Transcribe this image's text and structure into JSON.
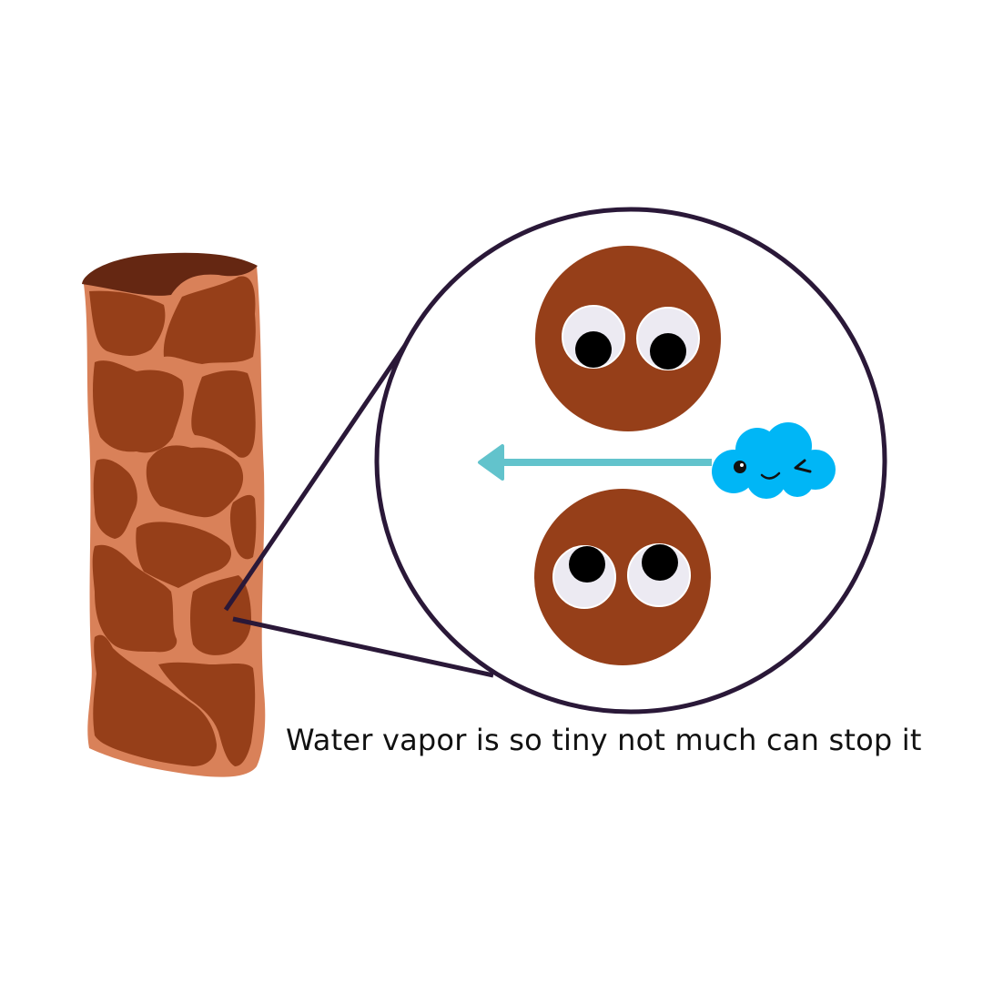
{
  "caption": "Water vapor is so tiny not much can stop it",
  "colors": {
    "background": "#ffffff",
    "pore_wall": "#d98159",
    "grain": "#963f19",
    "top_cap": "#652712",
    "outline": "#2a1838",
    "arrow": "#62c3cc",
    "cloud": "#00b6f6",
    "eye_white": "#eceaf2",
    "pupil": "#000000"
  },
  "icons": {
    "column": "porous-column",
    "magnifier": "magnifier-lens",
    "particles": "googly-eyed-particle",
    "vapor": "winking-cloud",
    "direction": "left-arrow"
  }
}
